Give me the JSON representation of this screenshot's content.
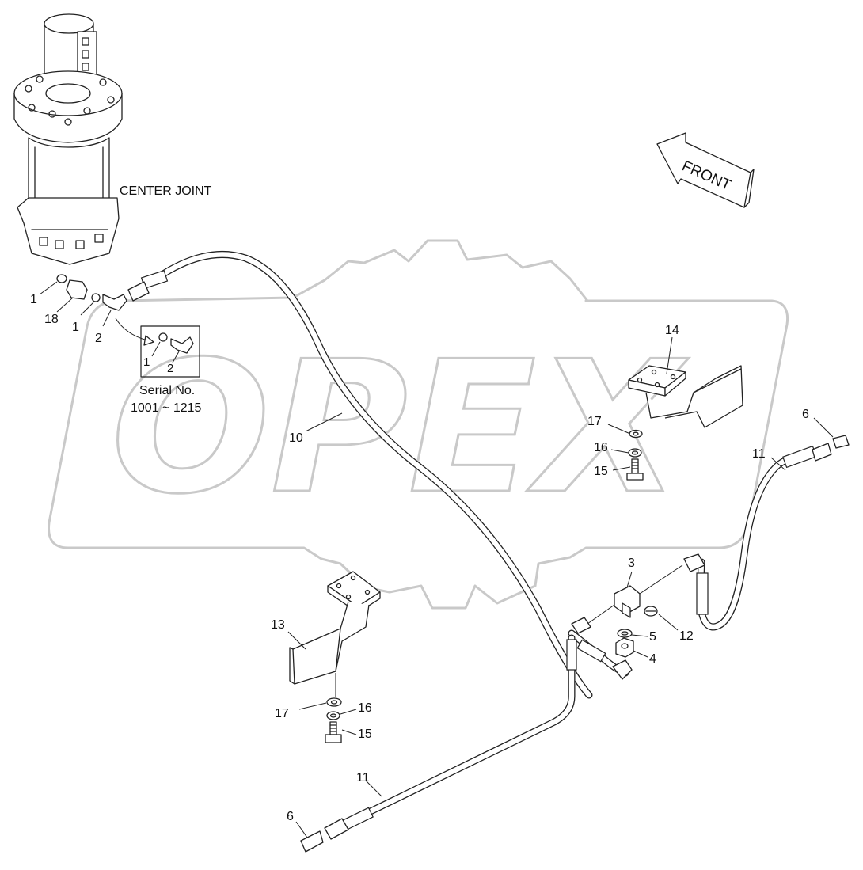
{
  "labels": {
    "center_joint": "CENTER JOINT",
    "front": "FRONT",
    "serial_line1": "Serial No.",
    "serial_line2": "1001 ~ 1215",
    "watermark": "OPEX"
  },
  "callouts": {
    "c1a": "1",
    "c18": "18",
    "c1b": "1",
    "c2": "2",
    "c1_box": "1",
    "c2_box": "2",
    "c10": "10",
    "c14": "14",
    "c17a": "17",
    "c16a": "16",
    "c15a": "15",
    "c6a": "6",
    "c11a": "11",
    "c3": "3",
    "c5": "5",
    "c12": "12",
    "c4": "4",
    "c13": "13",
    "c17b": "17",
    "c16b": "16",
    "c15b": "15",
    "c11b": "11",
    "c6b": "6"
  }
}
